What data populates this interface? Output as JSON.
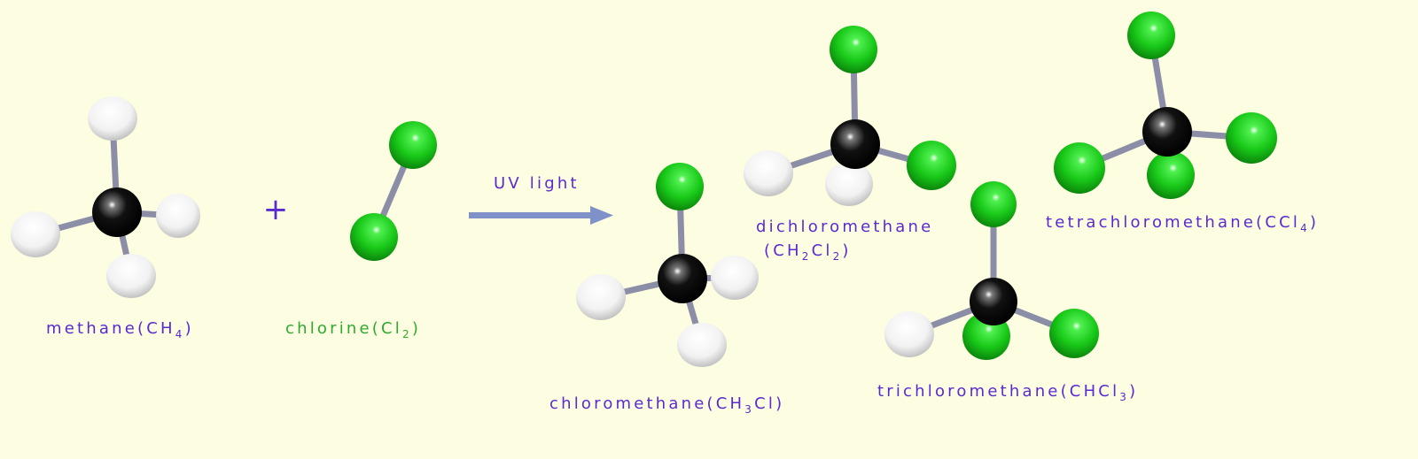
{
  "colors": {
    "background": "#fdfde1",
    "label_purple": "#5a2ad0",
    "label_green": "#2eaa2e",
    "carbon": "#000000",
    "hydrogen": "#ffffff",
    "chlorine": "#1ed21e",
    "bond": "#8c8ea8",
    "arrow": "#8090c8"
  },
  "plus_sign": "+",
  "arrow_label": "UV light",
  "molecules": {
    "methane": {
      "pre": "methane(CH",
      "sub": "4",
      "post": ")"
    },
    "chlorine": {
      "pre": "chlorine(Cl",
      "sub": "2",
      "post": ")"
    },
    "chloromethane": {
      "pre": "chloromethane(CH",
      "sub": "3",
      "post": "Cl)"
    },
    "dichloromethane": {
      "name": "dichloromethane",
      "f1": "(CH",
      "s1": "2",
      "f2": "Cl",
      "s2": "2",
      "f3": ")"
    },
    "trichloromethane": {
      "pre": "trichloromethane(CHCl",
      "sub": "3",
      "post": ")"
    },
    "tetrachloromethane": {
      "pre": "tetrachloromethane(CCl",
      "sub": "4",
      "post": ")"
    }
  }
}
